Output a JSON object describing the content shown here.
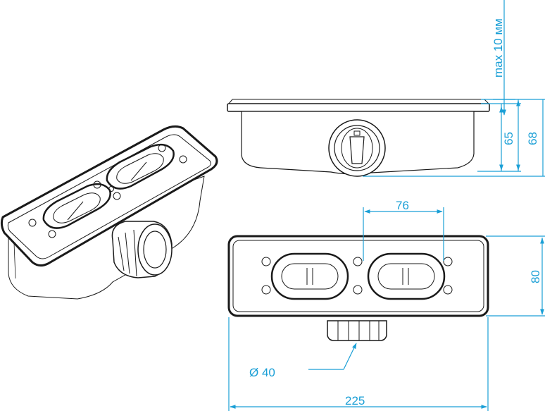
{
  "colors": {
    "dimension": "#1a9fd6",
    "outline": "#1a1a1a",
    "background": "#ffffff"
  },
  "dimensions": {
    "max_setback": "max 10 мм",
    "body_height": "65",
    "total_height": "68",
    "slot_spacing": "76",
    "width": "80",
    "outlet_diameter": "Ø 40",
    "length": "225"
  },
  "icons": {
    "iso_view": "isometric-drain-icon",
    "side_view": "side-elevation-icon",
    "top_view": "top-plan-icon"
  }
}
